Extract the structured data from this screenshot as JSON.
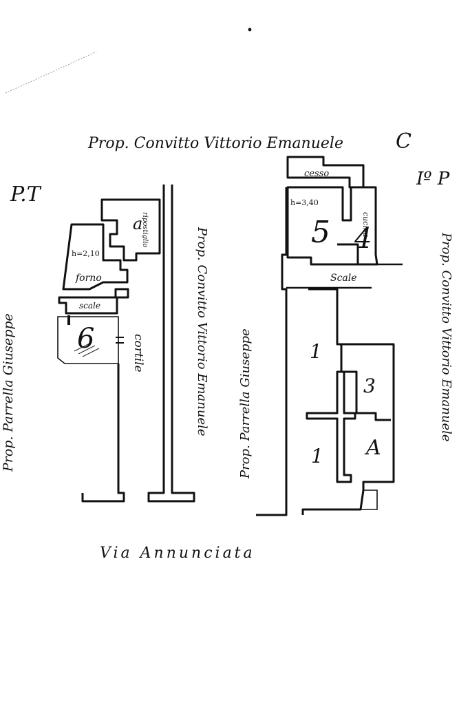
{
  "labels": {
    "top_neighbor": "Prop. Convitto Vittorio Emanuele",
    "corner_mark": "C",
    "ground_floor_title": "P.T",
    "first_floor_title": "Iº P",
    "left_neighbor": "Prop. Parrella Giuseppe",
    "middle_neighbor_right": "Prop. Convitto Vittorio Emanuele",
    "middle_neighbor_left": "Prop. Parrella Giuseppe",
    "right_neighbor": "Prop. Convitto Vittorio Emanuele",
    "street": "Via Annunciata",
    "courtyard": "cortile"
  },
  "ground_floor": {
    "room_a": "a",
    "ripostiglio": "ripostiglio",
    "height": "h=2,10",
    "forno": "forno",
    "scale": "scale",
    "room_6": "6"
  },
  "first_floor": {
    "cesso": "cesso",
    "height": "h=3,40",
    "room_5": "5",
    "room_4": "4",
    "cucina": "cucina",
    "scale": "Scale",
    "room_1_top": "1",
    "room_3": "3",
    "room_1_bottom": "1",
    "room_A": "A"
  }
}
